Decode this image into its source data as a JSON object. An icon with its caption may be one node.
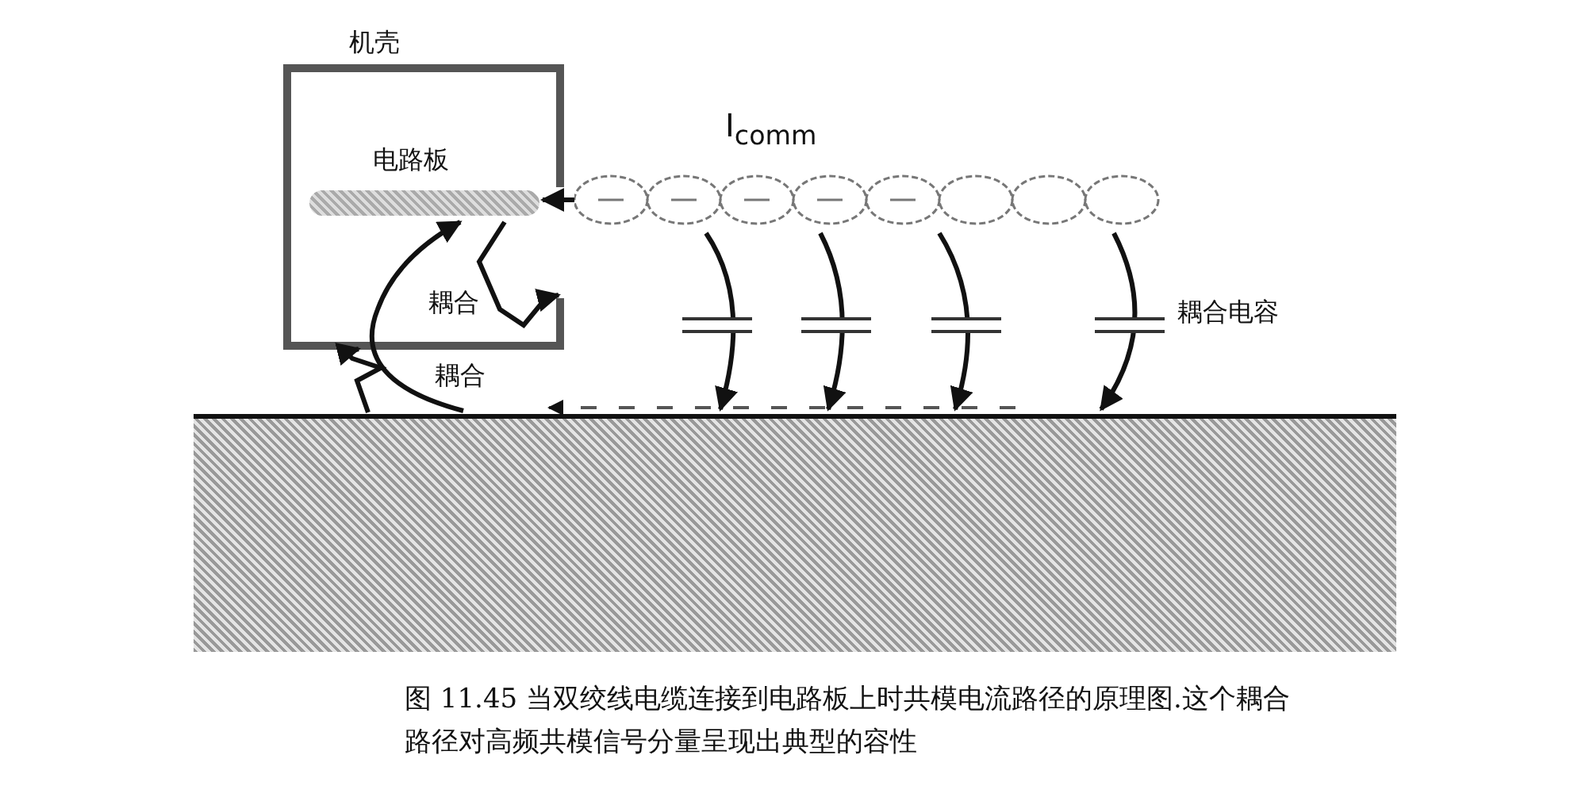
{
  "diagram": {
    "caption": "图 11.45 当双绞线电缆连接到电路板上时共模电流路径的原理图.这个耦合路径对高频共模信号分量呈现出典型的容性",
    "nodes": [
      {
        "text": [
          "机壳"
        ]
      },
      {
        "text": [
          "电路板"
        ],
        "in": 0
      },
      {
        "text": [],
        "shape": "picture",
        "beside": [
          "I$_{comm}$"
        ]
      },
      {
        "text": [],
        "shape": "bar"
      }
    ],
    "edges": [
      {
        "from": 2,
        "to": 3,
        "arrow": "to"
      },
      {
        "from": 2,
        "to": 3,
        "arrow": "to"
      },
      {
        "from": 2,
        "to": 3,
        "arrow": "to"
      },
      {
        "from": 2,
        "to": 3,
        "arrow": "to"
      },
      {
        "from": 3,
        "to": 1,
        "arrow": "to",
        "label": "耦合"
      },
      {
        "from": 1,
        "to": 0,
        "arrow": "to",
        "label": "耦合"
      },
      {
        "from": 3,
        "to": 0,
        "arrow": "to"
      },
      {
        "from": 2,
        "to": 1,
        "arrow": "to"
      }
    ],
    "labels": [
      "耦合电容"
    ]
  }
}
